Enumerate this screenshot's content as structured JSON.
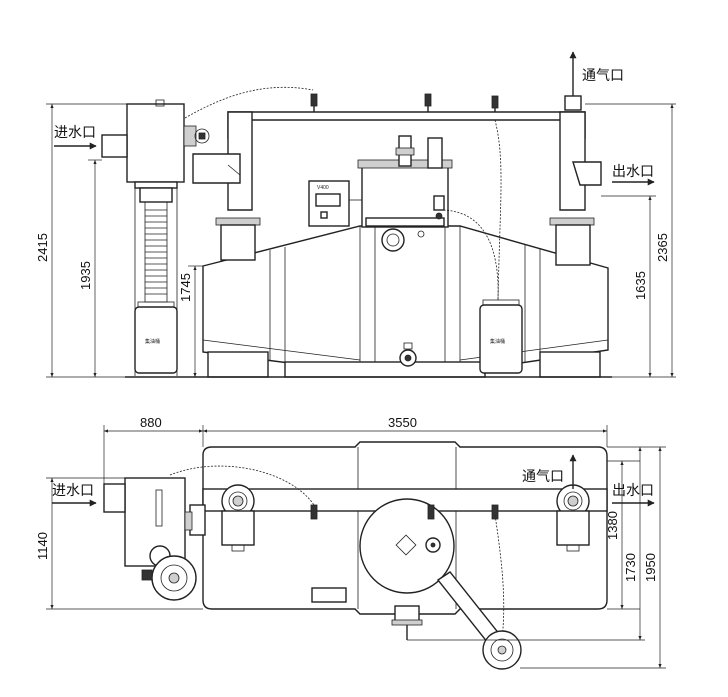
{
  "labels": {
    "inlet": "进水口",
    "outlet": "出水口",
    "vent": "通气口",
    "oil_drum": "集油桶"
  },
  "front_view": {
    "dim_overall_height": "2415",
    "dim_inlet_height": "1935",
    "dim_tank_top_height": "1745",
    "dim_outlet_height": "1635",
    "dim_vent_height": "2365"
  },
  "top_view": {
    "dim_screen_offset": "880",
    "dim_tank_length": "3550",
    "dim_width_1140": "1140",
    "dim_width_1380": "1380",
    "dim_width_1730": "1730",
    "dim_width_1950": "1950"
  }
}
